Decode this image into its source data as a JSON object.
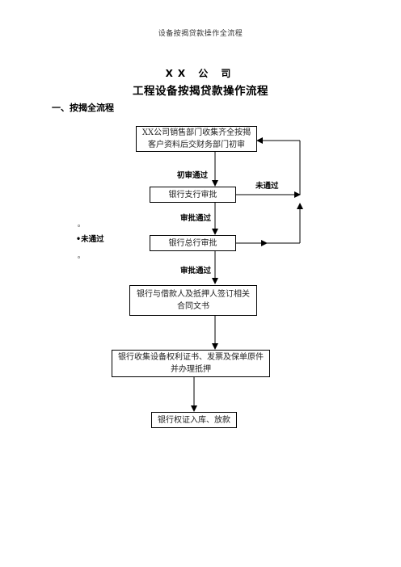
{
  "header": {
    "running_title": "设备按揭贷款操作全流程"
  },
  "document": {
    "company": "XX 公 司",
    "title": "工程设备按揭贷款操作流程",
    "section_heading": "一、按揭全流程"
  },
  "flowchart": {
    "steps": [
      {
        "line1": "XX公司销售部门收集齐全按揭",
        "line2": "客户资料后交财务部门初审"
      },
      {
        "line1": "银行支行审批",
        "line2": ""
      },
      {
        "line1": "银行总行审批",
        "line2": ""
      },
      {
        "line1": "银行与借款人及抵押人签订相关",
        "line2": "合同文书"
      },
      {
        "line1": "银行收集设备权利证书、发票及保单原件",
        "line2": "并办理抵押"
      },
      {
        "line1": "银行权证入库、放款",
        "line2": ""
      }
    ],
    "labels": {
      "initial_pass": "初审通过",
      "branch_fail": "未通过",
      "branch_pass": "审批通过",
      "hq_fail": "未通过",
      "hq_pass": "审批通过",
      "bullet_top": "。",
      "bullet_mid": "•",
      "bullet_bottom": "。"
    }
  }
}
